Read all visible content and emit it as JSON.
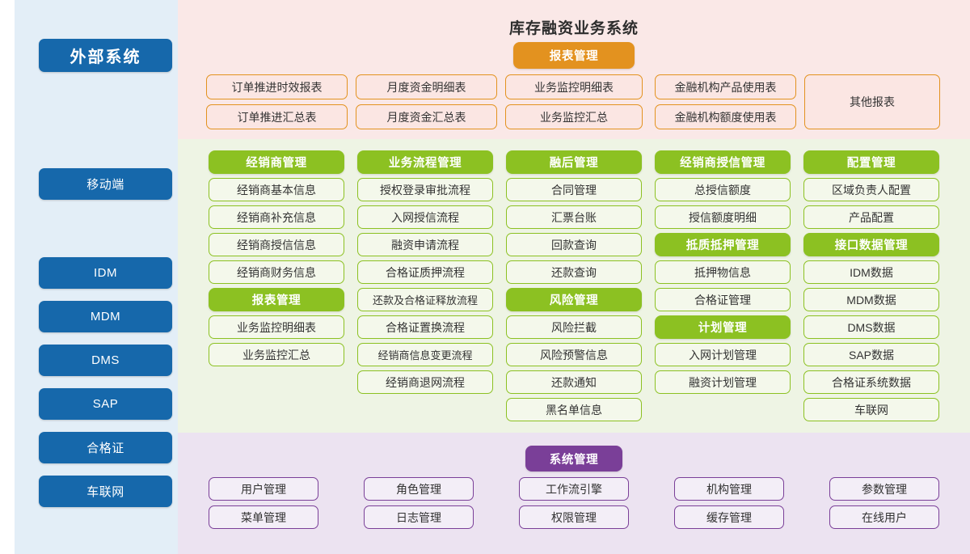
{
  "system_title": "库存融资业务系统",
  "colors": {
    "rail_bg": "#e3eef7",
    "rail_button": "#1668ab",
    "report_band": "#fae8e7",
    "report_accent": "#e3921f",
    "core_band": "#eef4e4",
    "core_accent": "#8cc122",
    "system_band": "#ece3f1",
    "system_accent": "#7a3f98"
  },
  "external_rail": {
    "header": "外部系统",
    "items": [
      {
        "label": "移动端"
      },
      {
        "label": "IDM"
      },
      {
        "label": "MDM"
      },
      {
        "label": "DMS"
      },
      {
        "label": "SAP"
      },
      {
        "label": "合格证"
      },
      {
        "label": "车联网"
      }
    ]
  },
  "report_section": {
    "header": "报表管理",
    "columns": [
      {
        "items": [
          "订单推进时效报表",
          "订单推进汇总表"
        ]
      },
      {
        "items": [
          "月度资金明细表",
          "月度资金汇总表"
        ]
      },
      {
        "items": [
          "业务监控明细表",
          "业务监控汇总"
        ]
      },
      {
        "items": [
          "金融机构产品使用表",
          "金融机构额度使用表"
        ]
      }
    ],
    "other": "其他报表"
  },
  "core_section": {
    "columns": [
      {
        "groups": [
          {
            "header": "经销商管理",
            "items": [
              "经销商基本信息",
              "经销商补充信息",
              "经销商授信信息",
              "经销商财务信息"
            ]
          },
          {
            "header": "报表管理",
            "items": [
              "业务监控明细表",
              "业务监控汇总"
            ]
          }
        ]
      },
      {
        "groups": [
          {
            "header": "业务流程管理",
            "items": [
              "授权登录审批流程",
              "入网授信流程",
              "融资申请流程",
              "合格证质押流程",
              "还款及合格证释放流程",
              "合格证置换流程",
              "经销商信息变更流程",
              "经销商退网流程"
            ]
          }
        ]
      },
      {
        "groups": [
          {
            "header": "融后管理",
            "items": [
              "合同管理",
              "汇票台账",
              "回款查询",
              "还款查询"
            ]
          },
          {
            "header": "风险管理",
            "items": [
              "风险拦截",
              "风险预警信息",
              "还款通知",
              "黑名单信息"
            ]
          }
        ]
      },
      {
        "groups": [
          {
            "header": "经销商授信管理",
            "items": [
              "总授信额度",
              "授信额度明细"
            ]
          },
          {
            "header": "抵质抵押管理",
            "items": [
              "抵押物信息",
              "合格证管理"
            ]
          },
          {
            "header": "计划管理",
            "items": [
              "入网计划管理",
              "融资计划管理"
            ]
          }
        ]
      },
      {
        "groups": [
          {
            "header": "配置管理",
            "items": [
              "区域负责人配置",
              "产品配置"
            ]
          },
          {
            "header": "接口数据管理",
            "items": [
              "IDM数据",
              "MDM数据",
              "DMS数据",
              "SAP数据",
              "合格证系统数据",
              "车联网"
            ]
          }
        ]
      }
    ]
  },
  "system_section": {
    "header": "系统管理",
    "columns": [
      {
        "items": [
          "用户管理",
          "菜单管理"
        ]
      },
      {
        "items": [
          "角色管理",
          "日志管理"
        ]
      },
      {
        "items": [
          "工作流引擎",
          "权限管理"
        ]
      },
      {
        "items": [
          "机构管理",
          "缓存管理"
        ]
      },
      {
        "items": [
          "参数管理",
          "在线用户"
        ]
      }
    ]
  }
}
